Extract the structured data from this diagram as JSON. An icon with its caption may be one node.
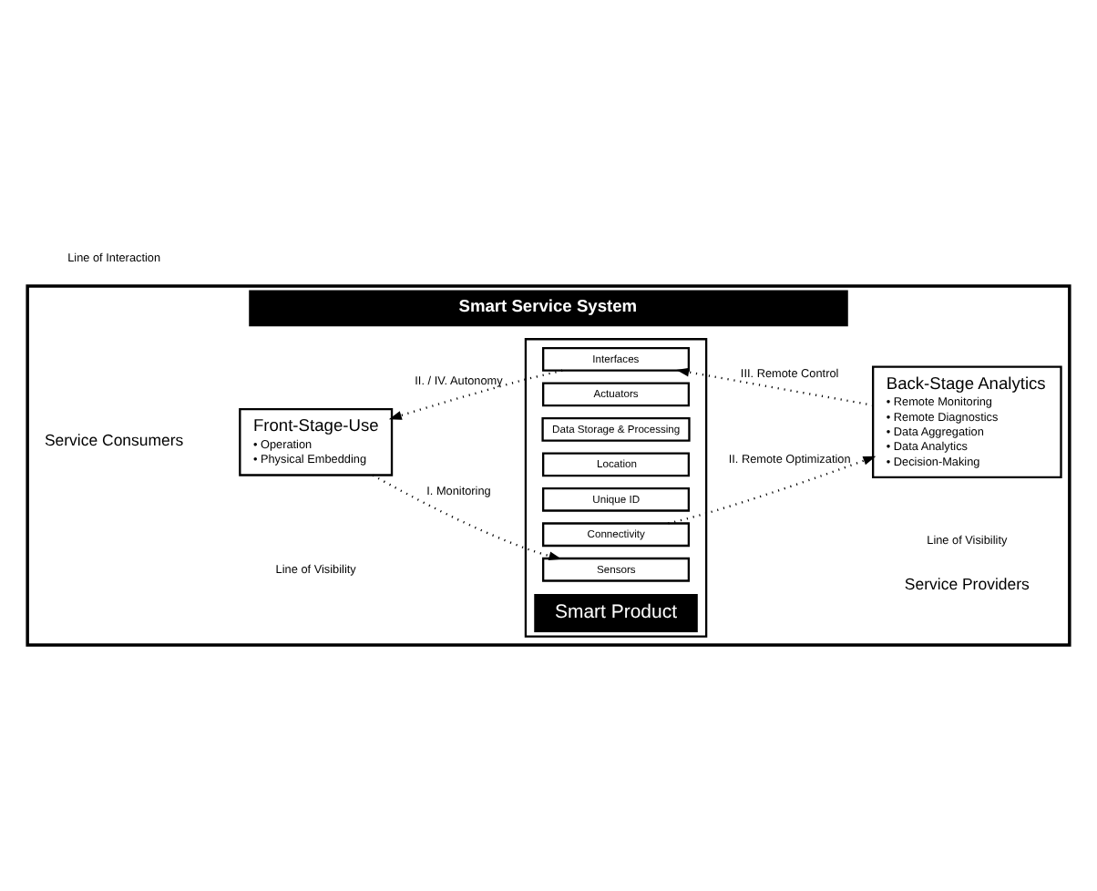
{
  "diagram": {
    "nodes": [
      {
        "text": [
          "Smart Service System"
        ]
      },
      {
        "text": [
          "Front-Stage-Use",
          "• Operation",
          "• Physical Embedding"
        ],
        "in": 0
      },
      {
        "text": [
          "Smart Product"
        ],
        "in": 0
      },
      {
        "text": [
          "Sensors"
        ],
        "in": 2
      },
      {
        "text": [
          "Connectivity"
        ],
        "in": 2
      },
      {
        "text": [
          "Unique ID"
        ],
        "in": 2
      },
      {
        "text": [
          "Location"
        ],
        "in": 2
      },
      {
        "text": [
          "Data Storage & Processing"
        ],
        "in": 2
      },
      {
        "text": [
          "Actuators"
        ],
        "in": 2
      },
      {
        "text": [
          "Interfaces"
        ],
        "in": 2
      },
      {
        "text": [
          "Back-Stage Analytics",
          "• Remote Monitoring",
          "• Remote Diagnostics",
          "• Data Aggregation",
          "• Data Analytics",
          "• Decision-Making"
        ],
        "in": 0
      }
    ],
    "edges": [
      {
        "from": 1,
        "to": 3,
        "arrow": "to",
        "label": "I. Monitoring"
      },
      {
        "from": 4,
        "to": 10,
        "arrow": "to",
        "label": "II. Remote Optimization"
      },
      {
        "from": 10,
        "to": 9,
        "arrow": "to",
        "label": "III. Remote Control"
      },
      {
        "from": 9,
        "to": 1,
        "arrow": "to",
        "label": "II. / IV. Autonomy"
      }
    ],
    "labels": [
      "Service Consumers",
      "Service Providers",
      "Line of Visibility",
      "Line of Visibility",
      "Line of Interaction"
    ]
  }
}
